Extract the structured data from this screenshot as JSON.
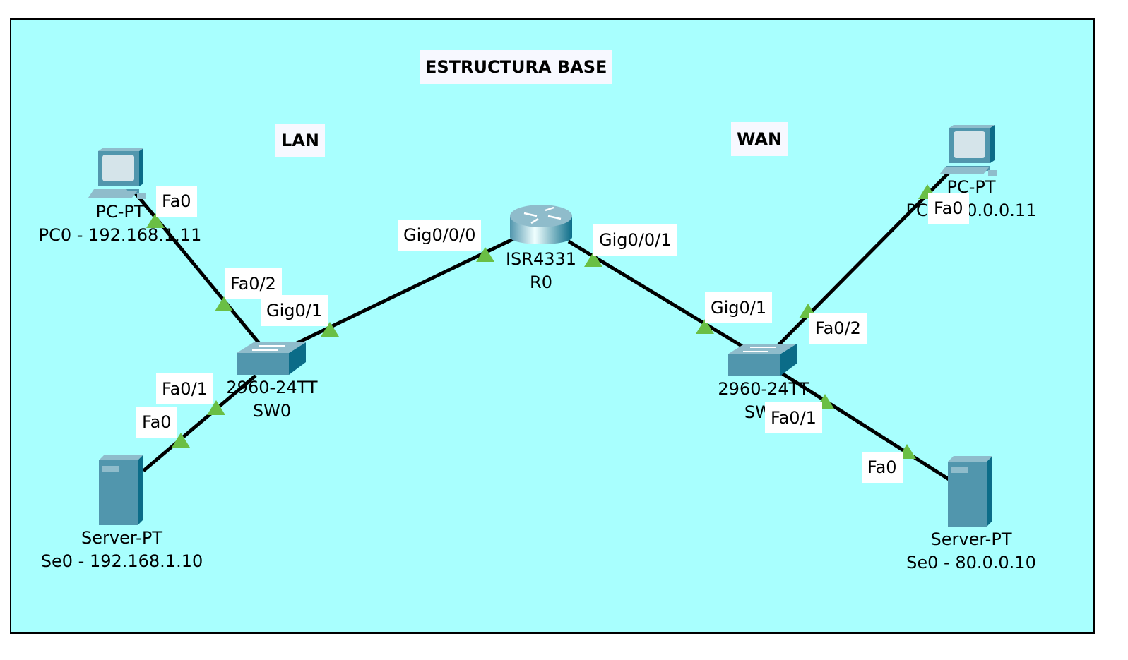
{
  "title": "ESTRUCTURA BASE",
  "zones": {
    "lan": "LAN",
    "wan": "WAN"
  },
  "colors": {
    "background": "#a8fffe",
    "link": "#000000",
    "port_up": "#6abf45",
    "device": "#5196ad"
  },
  "devices": {
    "pc0": {
      "model": "PC-PT",
      "name": "PC0 - 192.168.1.11",
      "icon": "pc-icon"
    },
    "server_lan": {
      "model": "Server-PT",
      "name": "Se0 - 192.168.1.10",
      "icon": "server-icon"
    },
    "sw0": {
      "model": "2960-24TT",
      "name": "SW0",
      "icon": "switch-icon"
    },
    "r0": {
      "model": "ISR4331",
      "name": "R0",
      "icon": "router-icon"
    },
    "sw1": {
      "model": "2960-24TT",
      "name": "SW1",
      "icon": "switch-icon"
    },
    "pc1": {
      "model": "PC-PT",
      "name": "PC0 - 80.0.0.11",
      "icon": "pc-icon"
    },
    "server_wan": {
      "model": "Server-PT",
      "name": "Se0 - 80.0.0.10",
      "icon": "server-icon"
    }
  },
  "ports": {
    "pc0_fa0": "Fa0",
    "sw0_fa0_2": "Fa0/2",
    "sw0_gig0_1": "Gig0/1",
    "sw0_fa0_1": "Fa0/1",
    "srv_lan_fa0": "Fa0",
    "r0_gig0_0_0": "Gig0/0/0",
    "r0_gig0_0_1": "Gig0/0/1",
    "sw1_gig0_1": "Gig0/1",
    "sw1_fa0_2": "Fa0/2",
    "sw1_fa0_1": "Fa0/1",
    "pc1_fa0": "Fa0",
    "srv_wan_fa0": "Fa0"
  }
}
